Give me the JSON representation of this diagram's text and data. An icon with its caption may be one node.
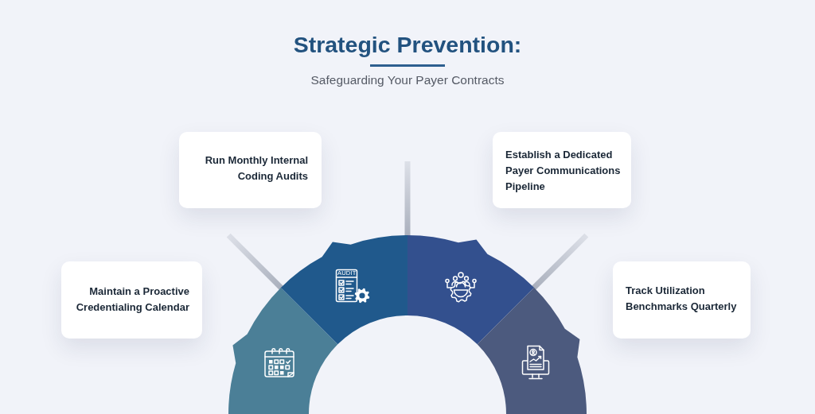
{
  "diagram": {
    "title": "Strategic Prevention:",
    "nodes": [
      {
        "text": [
          "Run Monthly Internal Coding Audits"
        ]
      },
      {
        "text": [
          "Establish a Dedicated Payer Communications Pipeline"
        ]
      },
      {
        "text": [
          "Maintain a Proactive Credentialing Calendar"
        ]
      },
      {
        "text": [
          "Track Utilization Benchmarks Quarterly"
        ]
      }
    ],
    "labels": [
      "Safeguarding Your Payer Contracts",
      "AUDIT"
    ]
  }
}
